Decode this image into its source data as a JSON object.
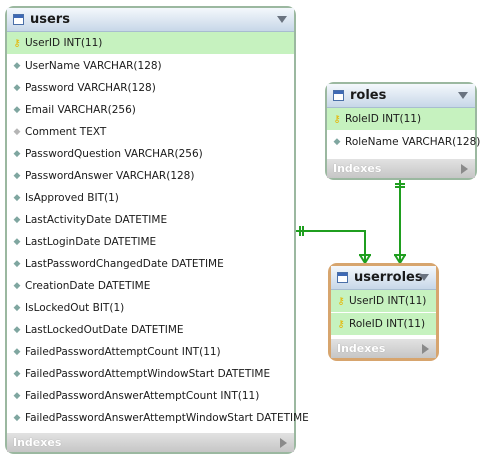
{
  "tables": {
    "users": {
      "name": "users",
      "columns": [
        {
          "label": "UserID INT(11)",
          "pk": true
        },
        {
          "label": "UserName VARCHAR(128)"
        },
        {
          "label": "Password VARCHAR(128)"
        },
        {
          "label": "Email VARCHAR(256)"
        },
        {
          "label": "Comment TEXT",
          "nullable": true
        },
        {
          "label": "PasswordQuestion VARCHAR(256)"
        },
        {
          "label": "PasswordAnswer VARCHAR(128)"
        },
        {
          "label": "IsApproved BIT(1)"
        },
        {
          "label": "LastActivityDate DATETIME"
        },
        {
          "label": "LastLoginDate DATETIME"
        },
        {
          "label": "LastPasswordChangedDate DATETIME"
        },
        {
          "label": "CreationDate DATETIME"
        },
        {
          "label": "IsLockedOut BIT(1)"
        },
        {
          "label": "LastLockedOutDate DATETIME"
        },
        {
          "label": "FailedPasswordAttemptCount INT(11)"
        },
        {
          "label": "FailedPasswordAttemptWindowStart DATETIME"
        },
        {
          "label": "FailedPasswordAnswerAttemptCount INT(11)"
        },
        {
          "label": "FailedPasswordAnswerAttemptWindowStart DATETIME"
        }
      ],
      "footer": "Indexes"
    },
    "roles": {
      "name": "roles",
      "columns": [
        {
          "label": "RoleID INT(11)",
          "pk": true
        },
        {
          "label": "RoleName VARCHAR(128)"
        }
      ],
      "footer": "Indexes"
    },
    "userroles": {
      "name": "userroles",
      "columns": [
        {
          "label": "UserID INT(11)",
          "pk": true
        },
        {
          "label": "RoleID INT(11)",
          "pk": true
        }
      ],
      "footer": "Indexes"
    }
  },
  "colors": {
    "relationship": "#1f9e1f",
    "pk_row": "#c6f2bf",
    "selected_border": "#d7a56e"
  },
  "icons": {
    "table": "table-icon",
    "primary_key": "key-icon",
    "column": "diamond-icon",
    "collapse": "triangle-down-icon",
    "expand_indexes": "triangle-right-icon"
  }
}
